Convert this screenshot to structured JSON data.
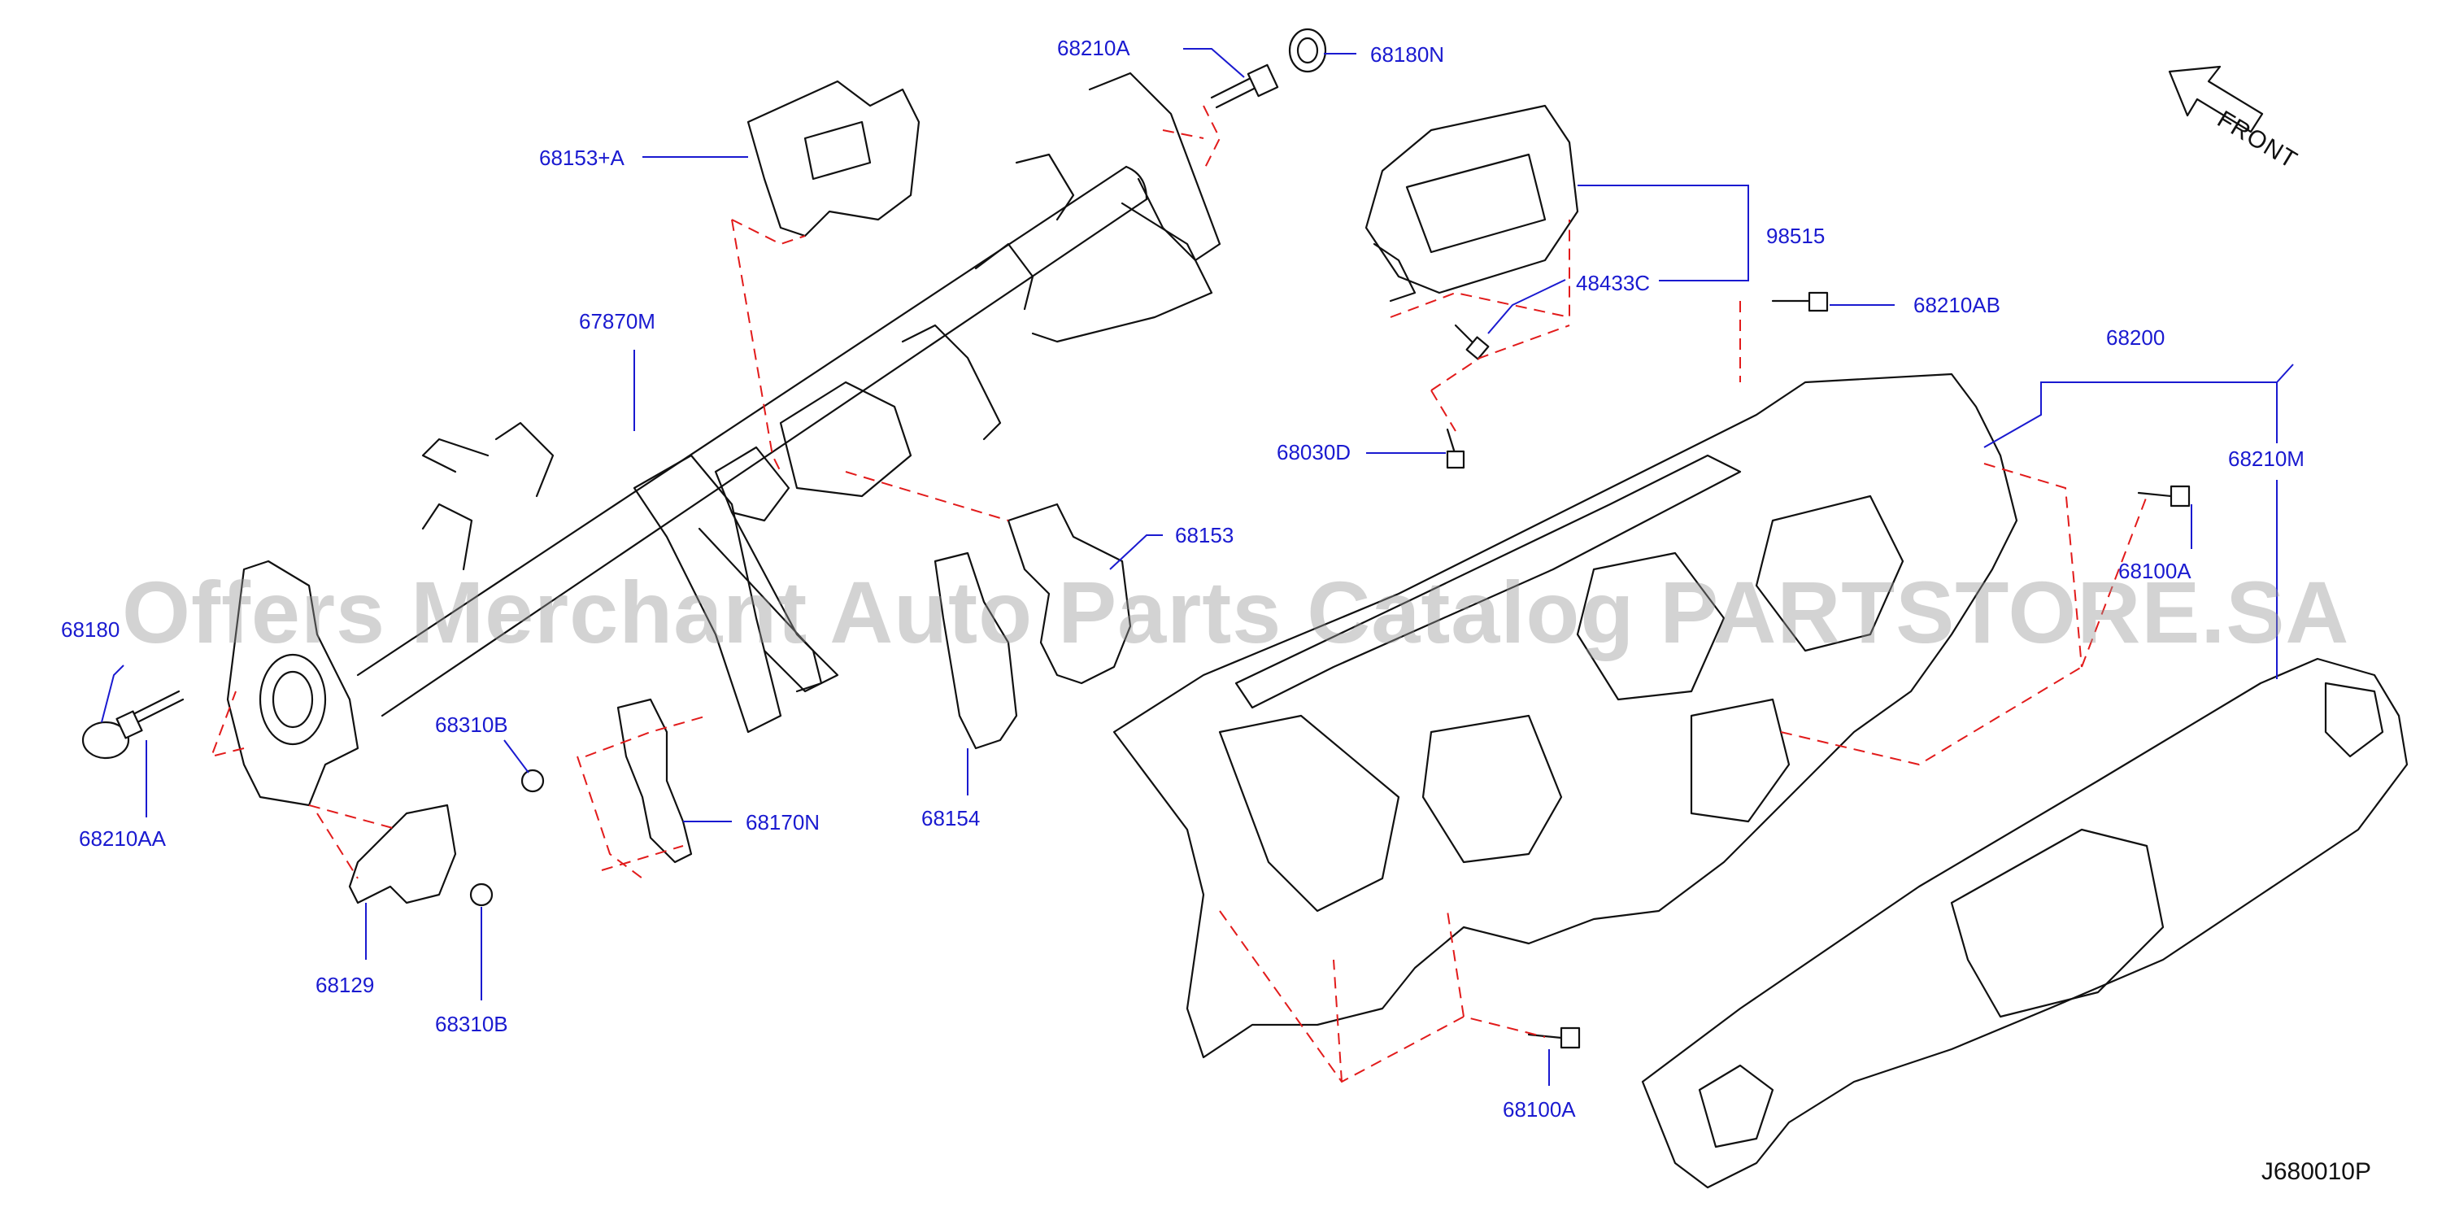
{
  "labels": {
    "l_68210A": "68210A",
    "l_68180N": "68180N",
    "l_68153A": "68153+A",
    "l_98515": "98515",
    "l_48433C": "48433C",
    "l_68210AB": "68210AB",
    "l_67870M": "67870M",
    "l_68200": "68200",
    "l_68030D": "68030D",
    "l_68210M": "68210M",
    "l_68100A_right": "68100A",
    "l_68153": "68153",
    "l_68180": "68180",
    "l_68310B_top": "68310B",
    "l_68210AA": "68210AA",
    "l_68170N": "68170N",
    "l_68154": "68154",
    "l_68129": "68129",
    "l_68310B_bottom": "68310B",
    "l_68100A_bottom": "68100A"
  },
  "front_label": "FRONT",
  "diagram_code": "J680010P",
  "watermark": "Offers Merchant Auto Parts Catalog PARTSTORE.SA",
  "colors": {
    "label": "#1a1ad0",
    "leader": "#1a1ad0",
    "dashed": "#e21b1b",
    "line_art": "#111111"
  }
}
